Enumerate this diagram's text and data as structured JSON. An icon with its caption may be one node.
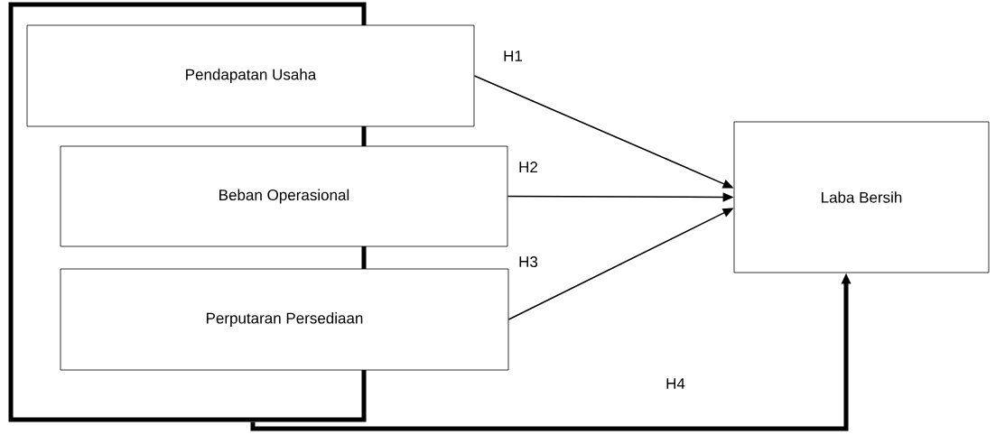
{
  "diagram": {
    "nodes": [
      {
        "text": [],
        "shape": "box"
      },
      {
        "text": [
          "Pendapatan Usaha"
        ]
      },
      {
        "text": [
          "Beban Operasional"
        ]
      },
      {
        "text": [
          "Perputaran Persediaan"
        ]
      },
      {
        "text": [
          "Laba Bersih"
        ]
      }
    ],
    "edges": [
      {
        "from": 1,
        "to": 4,
        "arrow": "to",
        "label": "H1"
      },
      {
        "from": 2,
        "to": 4,
        "arrow": "to",
        "label": "H2"
      },
      {
        "from": 3,
        "to": 4,
        "arrow": "to",
        "label": "H3"
      },
      {
        "from": 0,
        "to": 4,
        "arrow": "to",
        "label": "H4",
        "style": "thick"
      }
    ]
  }
}
